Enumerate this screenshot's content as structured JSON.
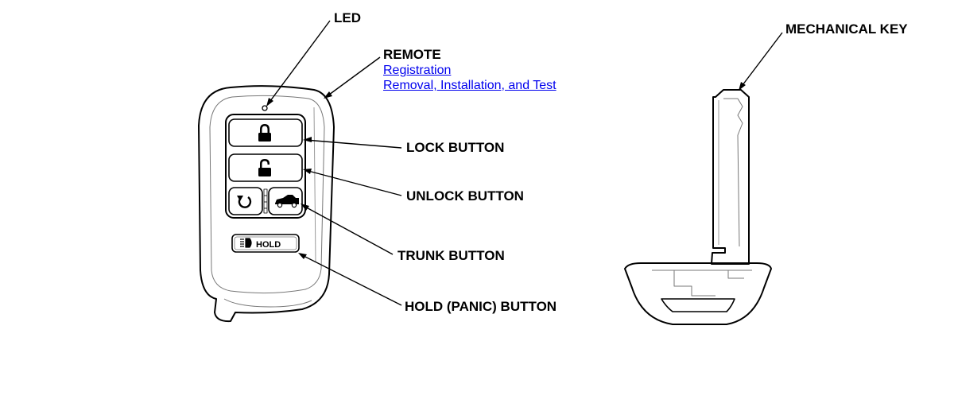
{
  "labels": {
    "led": "LED",
    "remote": "REMOTE",
    "lock_button": "LOCK BUTTON",
    "unlock_button": "UNLOCK BUTTON",
    "trunk_button": "TRUNK BUTTON",
    "hold_button": "HOLD (PANIC) BUTTON",
    "mechanical_key": "MECHANICAL KEY"
  },
  "links": {
    "registration": "Registration",
    "removal": "Removal, Installation, and Test"
  },
  "fob": {
    "hold_label": "HOLD"
  },
  "colors": {
    "line": "#000000",
    "link": "#0000ee",
    "background": "#ffffff"
  }
}
